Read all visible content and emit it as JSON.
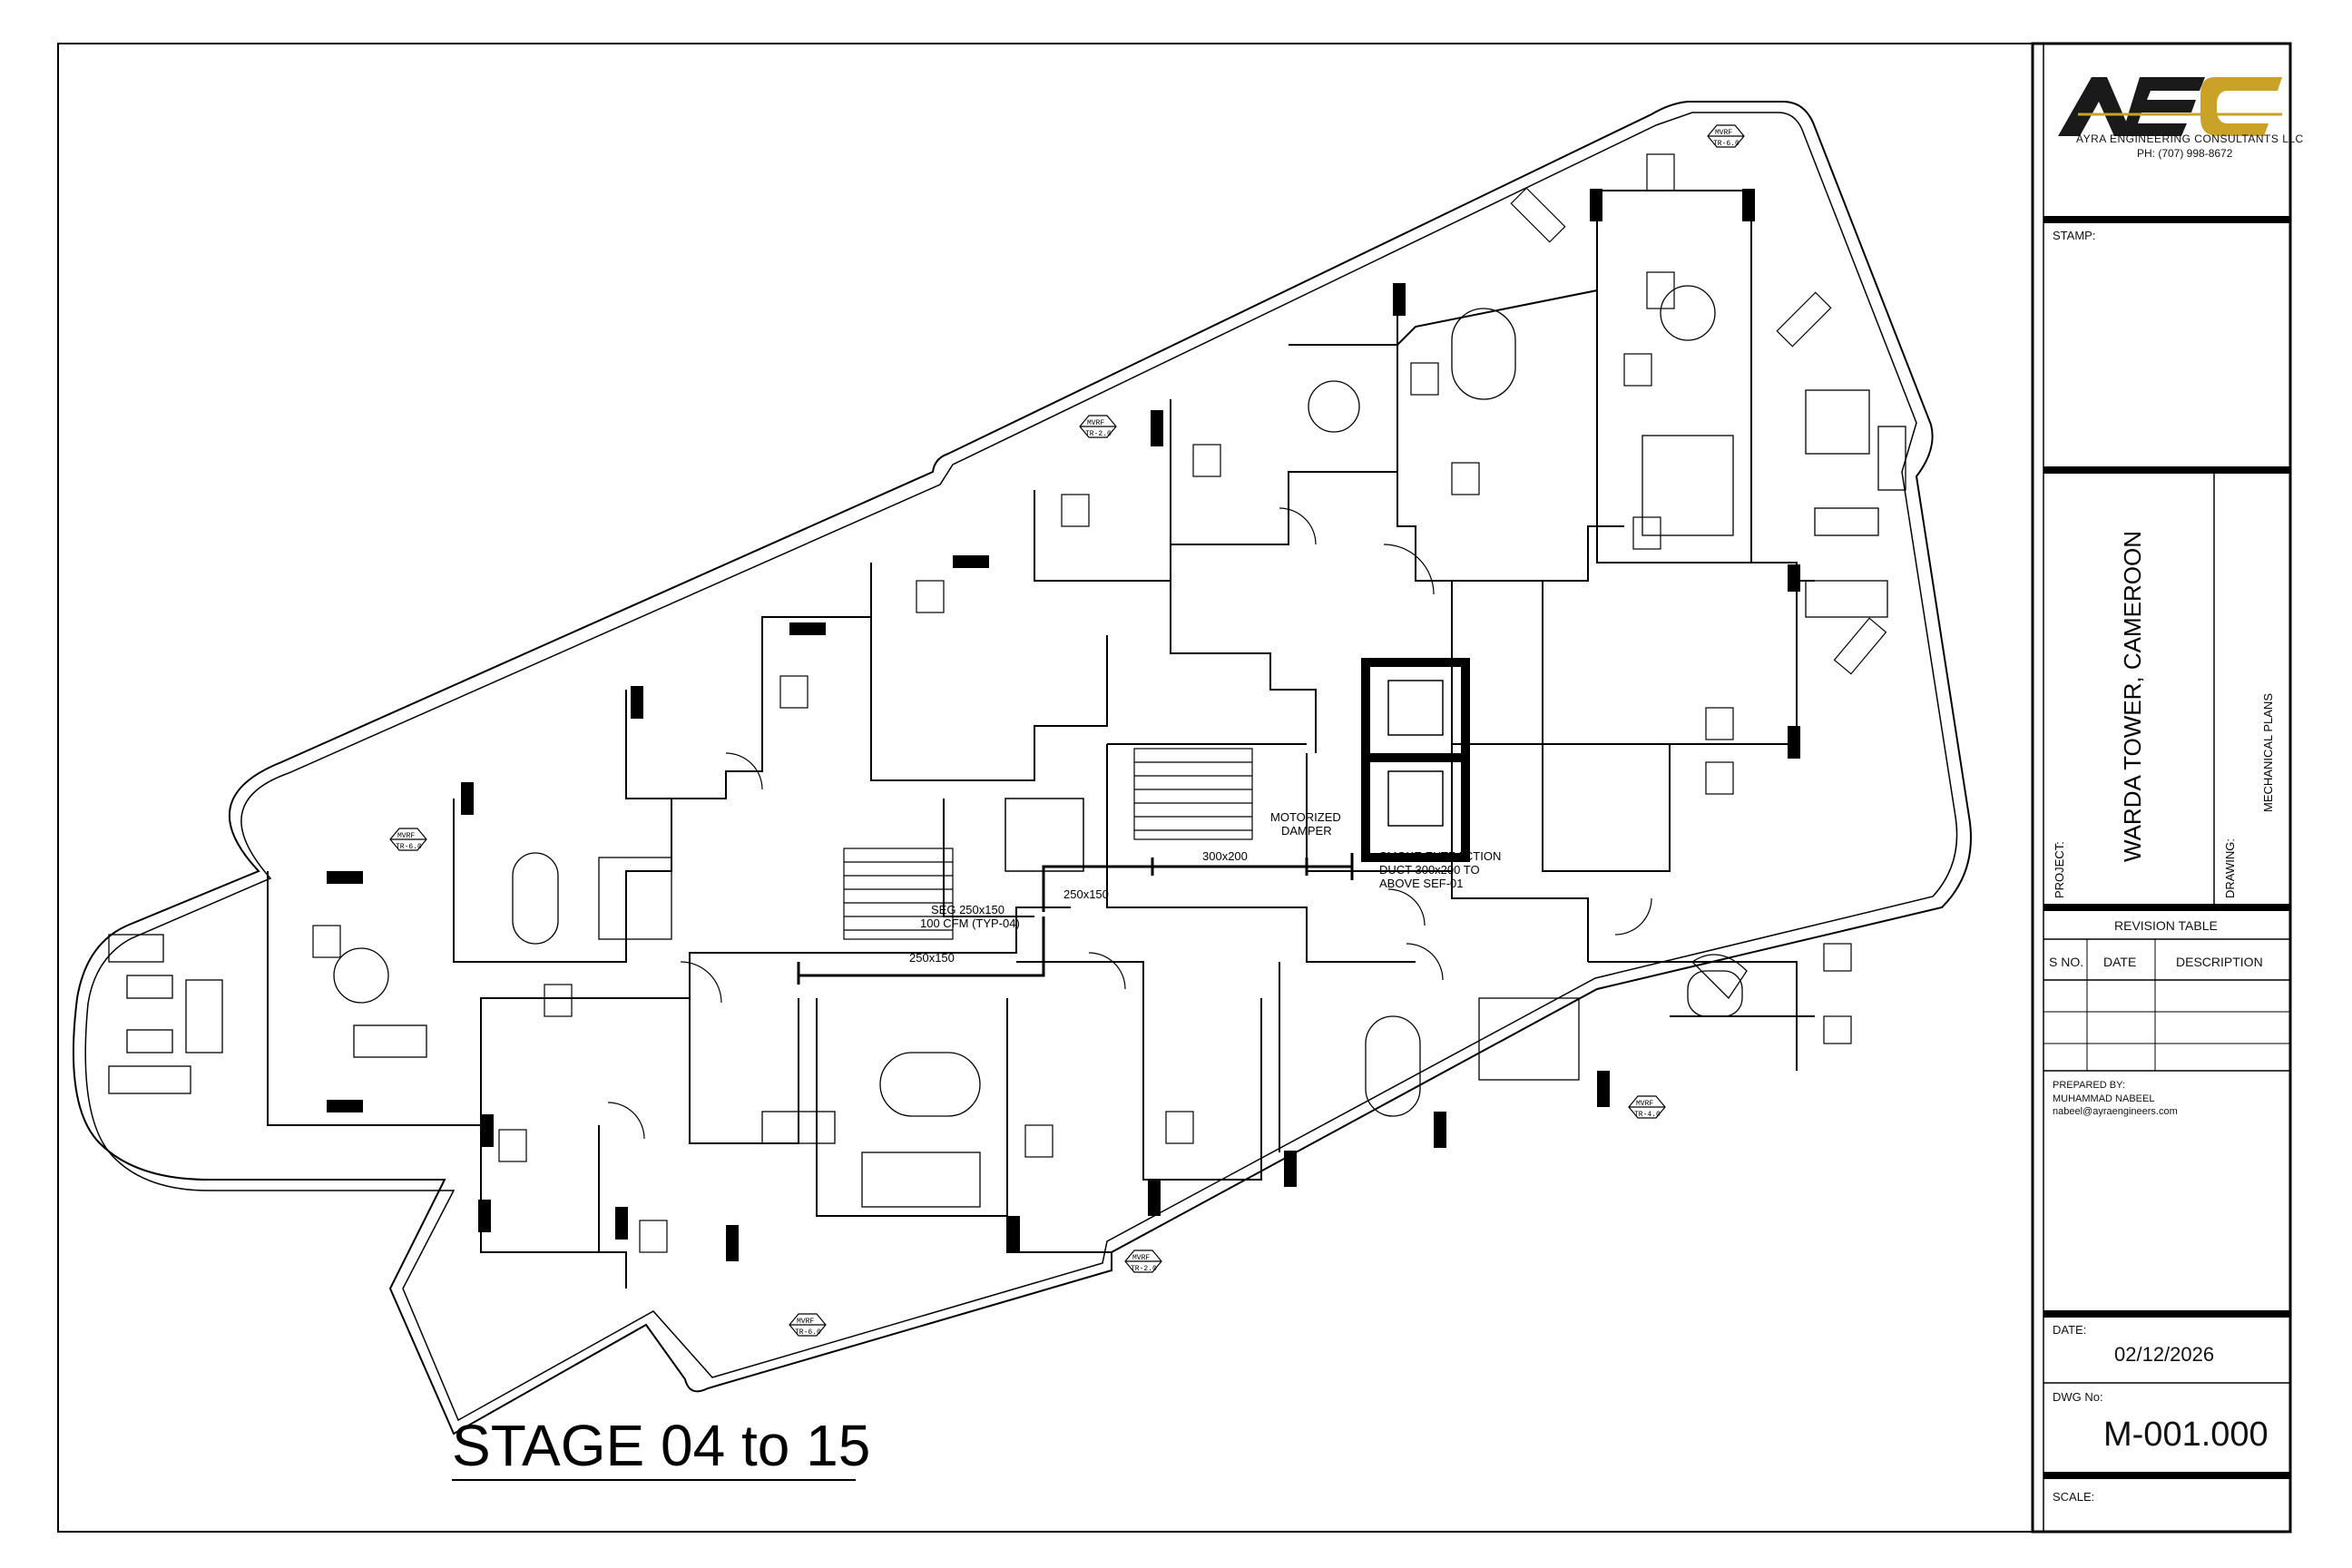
{
  "drawing": {
    "stage_title": "STAGE 04 to 15",
    "annotations": {
      "motorized_damper": [
        "MOTORIZED",
        "DAMPER"
      ],
      "smoke_extraction": [
        "SMOKE EXTRACTION",
        "DUCT 300x200 TO",
        "ABOVE SEF-01"
      ],
      "duct_300x200": "300x200",
      "duct_250x150_a": "250x150",
      "duct_250x150_b": "250x150",
      "seg": [
        "SEG 250x150",
        "100 CFM (TYP-04)"
      ]
    },
    "mvrf_tags": [
      {
        "top": "MVRF",
        "bottom": "TR-6.0"
      },
      {
        "top": "MVRF",
        "bottom": "TR-2.0"
      },
      {
        "top": "MVRF",
        "bottom": "TR-6.0"
      },
      {
        "top": "MVRF",
        "bottom": "TR-4.0"
      },
      {
        "top": "MVRF",
        "bottom": "TR-2.0"
      },
      {
        "top": "MVRF",
        "bottom": "TR-6.0"
      }
    ]
  },
  "title_block": {
    "company": "AYRA ENGINEERING  CONSULTANTS LLC",
    "phone": "PH: (707) 998-8672",
    "stamp_label": "STAMP:",
    "project_label": "PROJECT:",
    "project_name": "WARDA TOWER, CAMEROON",
    "drawing_label": "DRAWING:",
    "drawing_name": "MECHANICAL PLANS",
    "revision_table": {
      "title": "REVISION TABLE",
      "headers": [
        "S NO.",
        "DATE",
        "DESCRIPTION"
      ]
    },
    "prepared_by_label": "PREPARED BY:",
    "prepared_by_name": "MUHAMMAD NABEEL",
    "prepared_by_email": "nabeel@ayraengineers.com",
    "date_label": "DATE:",
    "date_value": "02/12/2026",
    "dwg_no_label": "DWG No:",
    "dwg_no_value": "M-001.000",
    "scale_label": "SCALE:"
  },
  "colors": {
    "line": "#000000",
    "logo_dark": "#1a1a1a",
    "logo_gold": "#c9a227"
  }
}
